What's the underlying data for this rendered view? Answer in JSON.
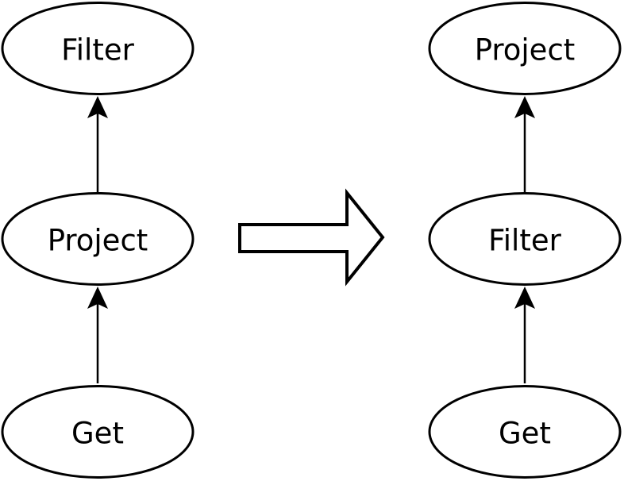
{
  "diagram": {
    "left_pipeline": {
      "nodes": [
        {
          "label": "Filter"
        },
        {
          "label": "Project"
        },
        {
          "label": "Get"
        }
      ]
    },
    "right_pipeline": {
      "nodes": [
        {
          "label": "Project"
        },
        {
          "label": "Filter"
        },
        {
          "label": "Get"
        }
      ]
    },
    "colors": {
      "node_stroke": "#000000",
      "node_fill": "#ffffff",
      "arrow": "#000000",
      "background": "#ffffff"
    }
  }
}
